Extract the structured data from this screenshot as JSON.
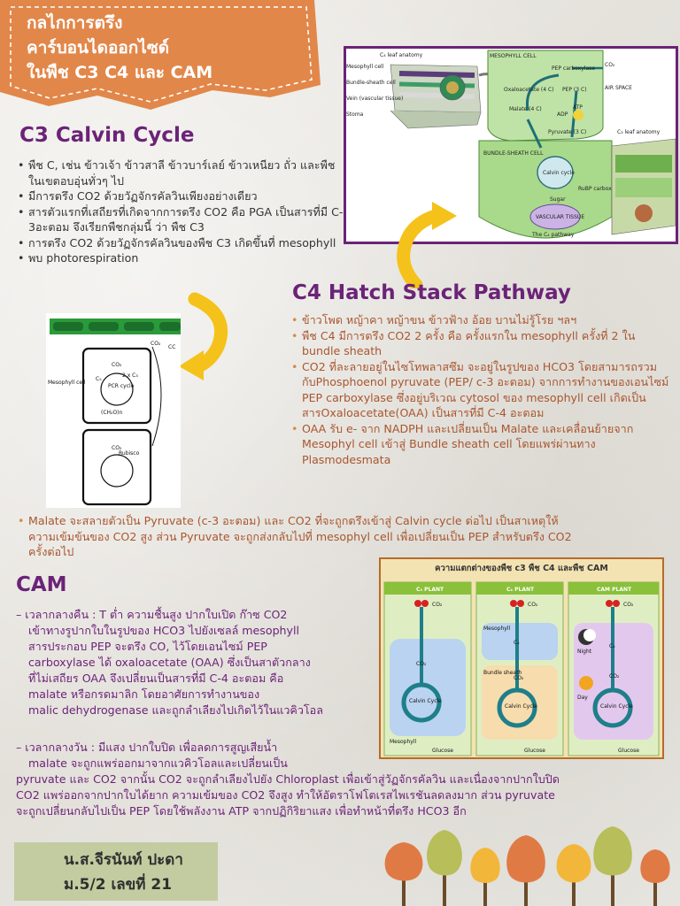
{
  "title": {
    "line1": "กลไกการตรึง",
    "line2": "คาร์บอนไดออกไซด์",
    "line3": "ในพืช C3 C4 และ CAM"
  },
  "c3": {
    "heading": "C3 Calvin Cycle",
    "bullets": [
      "พืช C, เช่น ข้าวเจ้า ข้าวสาลี ข้าวบาร์เลย์ ข้าวเหนียว ถั่ว และพืชในเขตอบอุ่นทั่วๆ ไป",
      "มีการตรึง CO2 ด้วยวัฏจักรคัลวินเพียงอย่างเดียว",
      "สารตัวแรกที่เสถียรที่เกิดจากการตรึง CO2 คือ PGA เป็นสารที่มี C-3อะตอม จึงเรียกพืชกลุ่มนี้ ว่า พืช C3",
      "การตรึง CO2 ด้วยวัฏจักรคัลวินของพืช C3 เกิดขึ้นที่ mesophyll",
      "พบ photorespiration"
    ],
    "diagram": {
      "label_co2_a": "CO₂",
      "label_co2_b": "CO₂",
      "label_co2_c": "CO₂",
      "label_mesophyll": "Mesophyll cell",
      "label_pcr": "PCR cycle",
      "label_2c3": "2 x C₃",
      "label_c5": "C₅",
      "label_ch2o": "(CH₂O)n",
      "label_rubisco": "Rubisco",
      "label_cc": "CC"
    }
  },
  "c4": {
    "heading": "C4 Hatch Stack Pathway",
    "bullets": [
      "ข้าวโพด หญ้าคา หญ้าขน ข้าวฟ้าง อ้อย บานไม่รู้โรย ฯลฯ",
      "พืช C4 มีการตรึง CO2 2 ครั้ง คือ ครั้งแรกใน mesophyll ครั้งที่ 2 ใน bundle sheath",
      "CO2 ที่ละลายอยู่ในไซโทพลาสซึม จะอยู่ในรูปของ HCO3 โดยสามารถรวมกับPhosphoenol pyruvate (PEP/ c-3 อะตอม) จากการทำงานของเอนไซม์ PEP carboxylase ซึ่งอยู่บริเวณ cytosol ของ mesophyll cell เกิดเป็นสารOxaloacetate(OAA) เป็นสารที่มี C-4 อะตอม",
      "OAA รับ e- จาก NADPH และเปลี่ยนเป็น Malate และเคลื่อนย้ายจาก Mesophyl cell เข้าสู่ Bundle sheath cell โดยแพร่ผ่านทาง Plasmodesmata"
    ],
    "diagram": {
      "leaf_anatomy": "C₄ leaf anatomy",
      "mesophyll_cell": "Mesophyll cell",
      "bundle_sheath": "Bundle-sheath cell",
      "vein": "Vein (vascular tissue)",
      "stoma": "Stoma",
      "mesophyll_caps": "MESOPHYLL CELL",
      "pep_carboxylase": "PEP carboxylase",
      "co2": "CO₂",
      "oxaloacetate": "Oxaloacetate (4 C)",
      "pep": "PEP (3 C)",
      "air_space": "AIR SPACE",
      "malate": "Malate (4 C)",
      "adp": "ADP",
      "atp": "ATP",
      "pyruvate": "Pyruvate (3 C)",
      "bundle_caps": "BUNDLE-SHEATH CELL",
      "calvin": "Calvin cycle",
      "sugar": "Sugar",
      "rubp": "RuBP carboxylase",
      "vascular": "VASCULAR TISSUE",
      "pathway": "The C₄ pathway",
      "c3_leaf": "C₃ leaf anatomy"
    }
  },
  "malate_note": "Malate จะสลายตัวเป็น Pyruvate (c-3 อะตอม) และ CO2 ที่จะถูกตรึงเข้าสู่ Calvin cycle ต่อไป เป็นสาเหตุให้ความเข้มข้นของ CO2 สูง ส่วน Pyruvate จะถูกส่งกลับไปที่ mesophyl cell เพื่อเปลี่ยนเป็น PEP สำหรับตรึง CO2 ครั้งต่อไป",
  "cam": {
    "heading": "CAM",
    "night": [
      "– เวลากลางคืน : T ต่ำ ความชื้นสูง ปากใบเปิด ก๊าซ CO2",
      "เข้าทางรูปากใบในรูปของ HCO3 ไปยังเซลล์ mesophyll",
      "สารประกอบ PEP จะตรึง CO, ไว้โดยเอนไซม์ PEP",
      "carboxylase ได้ oxaloacetate (OAA) ซึ่งเป็นสาตัวกลาง",
      "ที่ไม่เสถียร OAA จึงเปลี่ยนเป็นสารที่มี C-4 อะตอม คือ",
      "malate หรือกรดมาลิก โดยอาศัยการทำงานของ",
      "malic dehydrogenase และถูกลำเลียงไปเกิดไว้ในแวคิวโอล"
    ],
    "day": [
      "– เวลากลางวัน : มีแสง ปากใบปิด เพื่อลดการสูญเสียน้ำ",
      "malate จะถูกแพร่ออกมาจากแวคิวโอลและเปลี่ยนเป็น",
      "pyruvate และ CO2 จากนั้น CO2 จะถูกลำเลียงไปยัง Chloroplast เพื่อเข้าสู่วัฏจักรคัลวิน และเนื่องจากปากใบปิด",
      "CO2 แพร่ออกจากปากใบได้ยาก ความเข้มของ CO2 จึงสูง ทำให้อัตราโฟโตเรสไพเรชันลดลงมาก ส่วน pyruvate",
      "จะถูกเปลี่ยนกลับไปเป็น PEP โดยใช้พลังงาน ATP จากปฏิกิริยาแสง เพื่อทำหน้าที่ตรึง HCO3 อีก"
    ]
  },
  "comparison": {
    "title": "ความแตกต่างของพืช c3 พืช C4 และพืช CAM",
    "c3_plant": "C₃ PLANT",
    "c4_plant": "C₄ PLANT",
    "cam_plant": "CAM PLANT",
    "co2": "CO₂",
    "mesophyll": "Mesophyll",
    "bundle_sheath": "Bundle sheath",
    "night": "Night",
    "day": "Day",
    "c4": "C₄",
    "calvin": "Calvin Cycle",
    "glucose": "Glucose"
  },
  "author": {
    "name": "น.ส.จีรนันท์ ปะดา",
    "class": "ม.5/2 เลขที่ 21"
  },
  "colors": {
    "banner": "#e2874a",
    "purple": "#6b2377",
    "arrow_yellow": "#f4c21a",
    "orange_text": "#a8562f",
    "name_box": "#c2cca0"
  }
}
